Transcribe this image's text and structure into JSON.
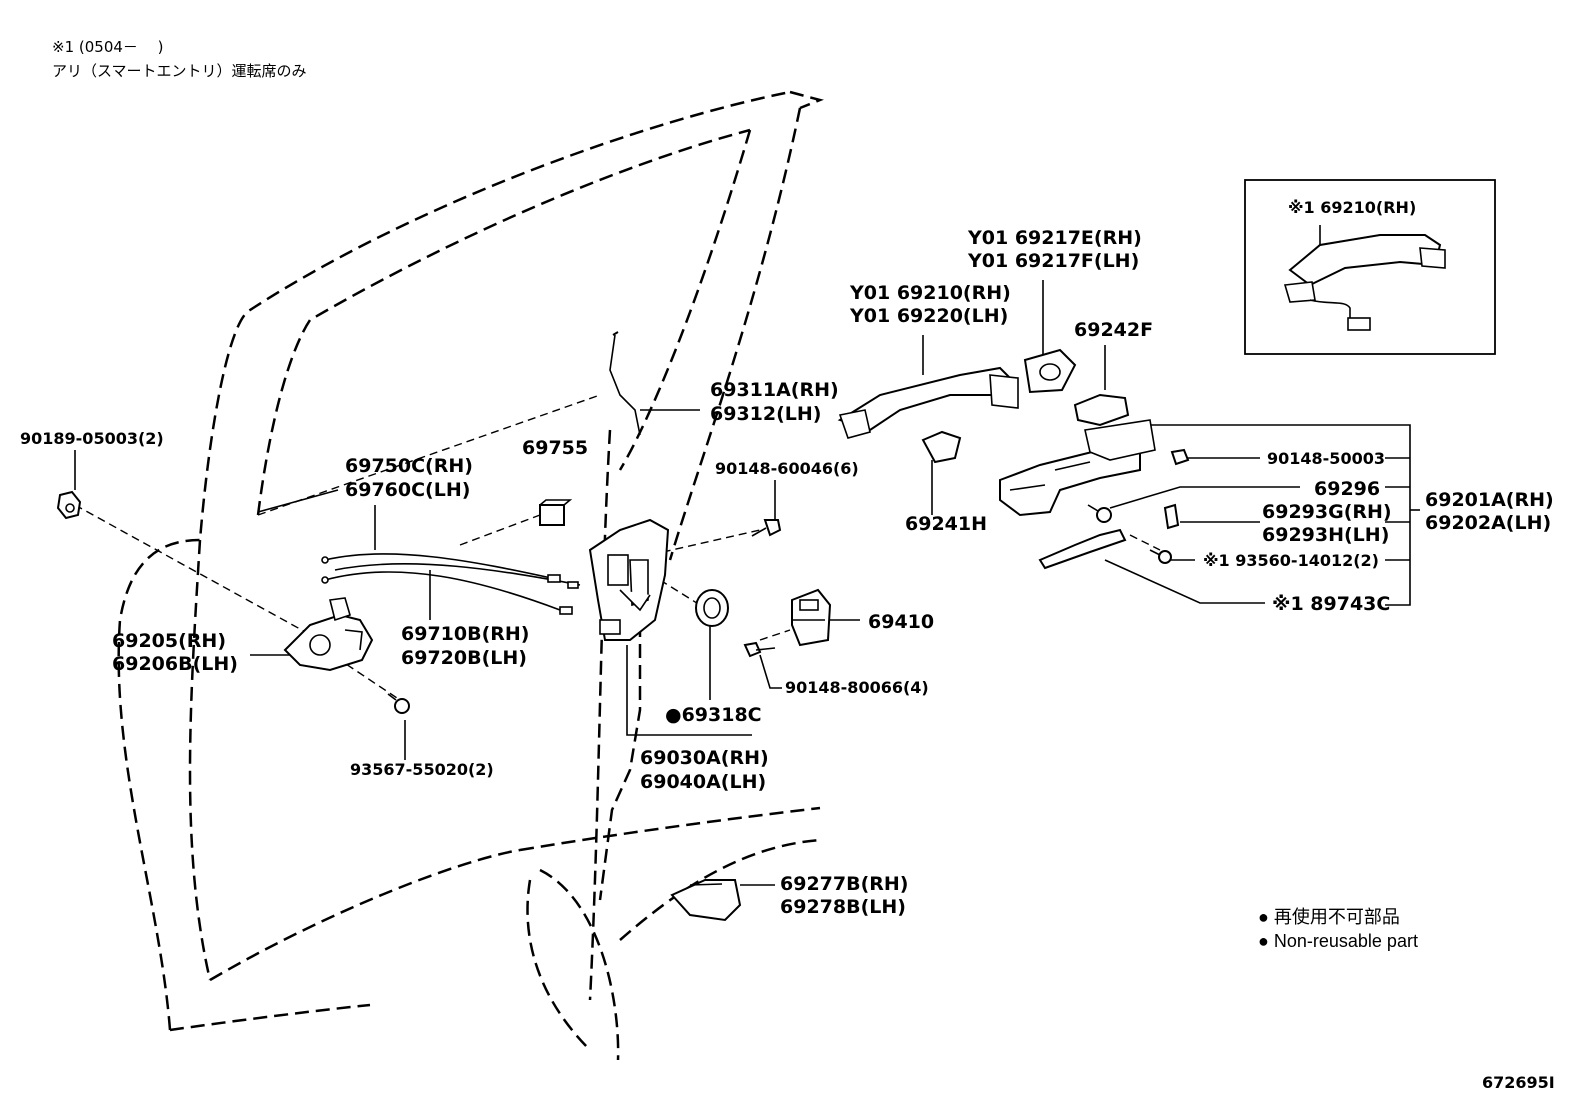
{
  "notes": {
    "line1": "※1 (0504－　 )",
    "line2": "アリ（スマートエントリ）運転席のみ"
  },
  "inset": {
    "label": "※1  69210(RH)"
  },
  "labels": {
    "p90189": "90189-05003(2)",
    "p69750_rh": "69750C(RH)",
    "p69760_lh": "69760C(LH)",
    "p69755": "69755",
    "p69311_rh": "69311A(RH)",
    "p69312_lh": "69312(LH)",
    "p90148_600": "90148-60046(6)",
    "p69210_rh": "Y01  69210(RH)",
    "p69220_lh": "Y01  69220(LH)",
    "p69217e_rh": "Y01  69217E(RH)",
    "p69217f_lh": "Y01  69217F(LH)",
    "p69242f": "69242F",
    "p69241h": "69241H",
    "p90148_500": "90148-50003",
    "p69296": "69296",
    "p69293g_rh": "69293G(RH)",
    "p69293h_lh": "69293H(LH)",
    "p69201a_rh": "69201A(RH)",
    "p69202a_lh": "69202A(LH)",
    "p93560": "※1  93560-14012(2)",
    "p89743c": "※1  89743C",
    "p69205_rh": "69205(RH)",
    "p69206b_lh": "69206B(LH)",
    "p69710b_rh": "69710B(RH)",
    "p69720b_lh": "69720B(LH)",
    "p69410": "69410",
    "p90148_800": "90148-80066(4)",
    "p69318c": "●69318C",
    "p69030a_rh": "69030A(RH)",
    "p69040a_lh": "69040A(LH)",
    "p93567": "93567-55020(2)",
    "p69277b_rh": "69277B(RH)",
    "p69278b_lh": "69278B(LH)"
  },
  "legend": {
    "jp": "● 再使用不可部品",
    "en": "● Non-reusable part"
  },
  "figure_id": "672695I"
}
